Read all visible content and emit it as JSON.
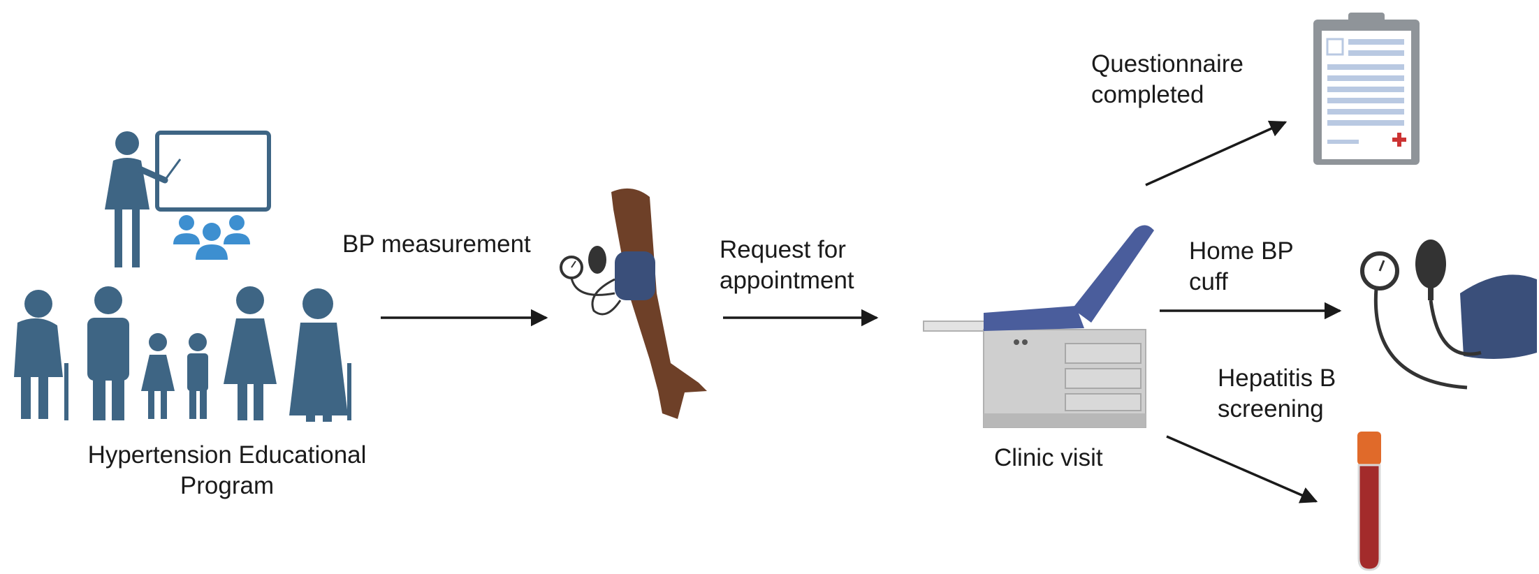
{
  "labels": {
    "program_line1": "Hypertension Educational",
    "program_line2": "Program",
    "bp_measurement": "BP measurement",
    "request_line1": "Request for",
    "request_line2": "appointment",
    "clinic_visit": "Clinic visit",
    "questionnaire_line1": "Questionnaire",
    "questionnaire_line2": "completed",
    "home_bp_line1": "Home BP",
    "home_bp_line2": "cuff",
    "hepatitis_line1": "Hepatitis B",
    "hepatitis_line2": "screening"
  },
  "colors": {
    "people": "#3e6584",
    "audience": "#3d8fd0",
    "skin": "#6e4028",
    "cuff": "#3a4f7a",
    "chair_cushion": "#4a5d9c",
    "clinic_base": "#c9c9c9",
    "clipboard": "#8f9499",
    "form_lines": "#b9c9e2",
    "blood": "#a32b2b",
    "tube_cap": "#e06a2a",
    "arrow": "#1a1a1a"
  },
  "icons": [
    "teacher-whiteboard-icon",
    "family-icon",
    "arm-blood-pressure-icon",
    "exam-table-icon",
    "clipboard-icon",
    "bp-cuff-icon",
    "blood-tube-icon"
  ]
}
